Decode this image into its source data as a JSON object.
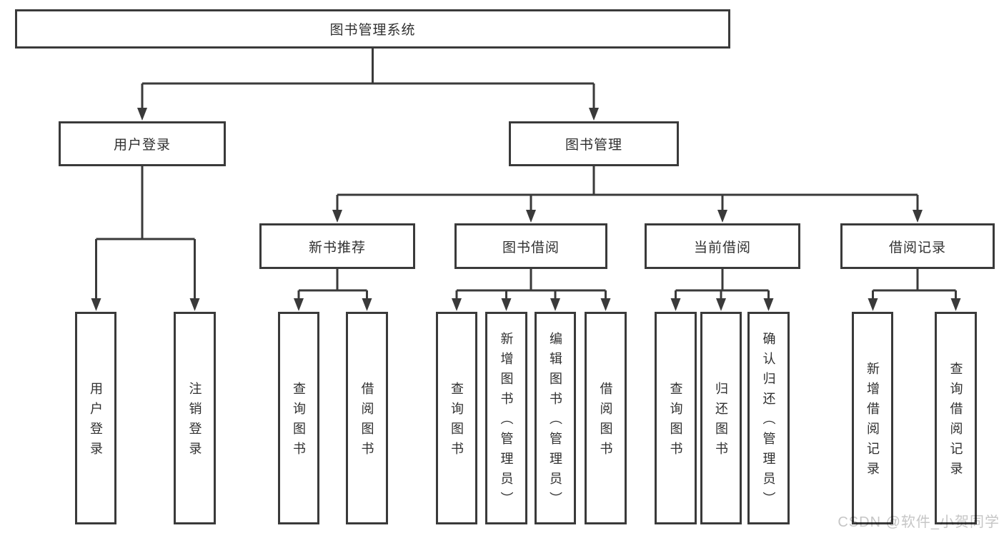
{
  "diagram": {
    "root": {
      "label": "图书管理系统"
    },
    "level2": {
      "user_login": {
        "label": "用户登录"
      },
      "book_management": {
        "label": "图书管理"
      }
    },
    "level3": {
      "new_book_recommendation": {
        "label": "新书推荐"
      },
      "book_borrowing": {
        "label": "图书借阅"
      },
      "current_borrowing": {
        "label": "当前借阅"
      },
      "borrowing_records": {
        "label": "借阅记录"
      }
    },
    "leaves": {
      "user_login": {
        "label": "用户登录"
      },
      "logout": {
        "label": "注销登录"
      },
      "recommend_query_books": {
        "label": "查询图书"
      },
      "recommend_borrow_books": {
        "label": "借阅图书"
      },
      "borrow_query_books": {
        "label": "查询图书"
      },
      "borrow_add_books_admin": {
        "label": "新增图书（管理员）"
      },
      "borrow_edit_books_admin": {
        "label": "编辑图书（管理员）"
      },
      "borrow_borrow_books": {
        "label": "借阅图书"
      },
      "current_query_books": {
        "label": "查询图书"
      },
      "current_return_books": {
        "label": "归还图书"
      },
      "current_confirm_return_admin": {
        "label": "确认归还（管理员）"
      },
      "records_add_borrow_record": {
        "label": "新增借阅记录"
      },
      "records_query_borrow_record": {
        "label": "查询借阅记录"
      }
    }
  },
  "watermark": {
    "text": "CSDN @软件_小贺同学"
  },
  "colors": {
    "line": "#3a3a3a",
    "text": "#303030",
    "watermark": "#c6c6c6",
    "background": "#ffffff",
    "box_background": "#ffffff"
  }
}
